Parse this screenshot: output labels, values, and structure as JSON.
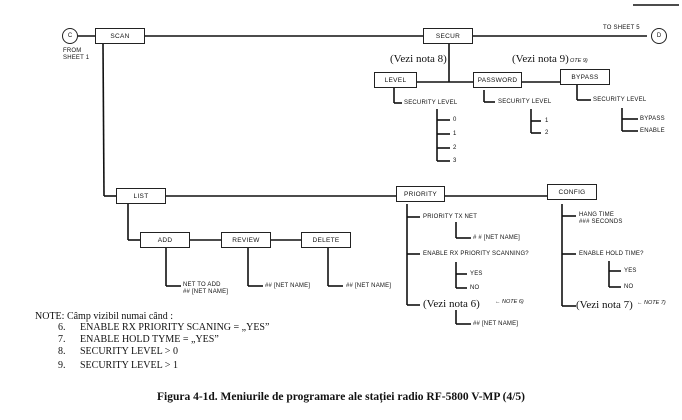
{
  "connectors": {
    "from": {
      "letter": "C",
      "label_line1": "FROM",
      "label_line2": "SHEET 1"
    },
    "to": {
      "letter": "D",
      "label": "TO SHEET 5"
    }
  },
  "menus": {
    "scan": "SCAN",
    "secur": "SECUR",
    "level": "LEVEL",
    "password": "PASSWORD",
    "bypass": "BYPASS",
    "list": "LIST",
    "add": "ADD",
    "review": "REVIEW",
    "delete": "DELETE",
    "priority": "PRIORITY",
    "config": "CONFIG"
  },
  "level": {
    "title": "SECURITY LEVEL",
    "options": [
      "0",
      "1",
      "2",
      "3"
    ]
  },
  "password": {
    "title": "SECURITY LEVEL",
    "options": [
      "1",
      "2"
    ]
  },
  "bypass": {
    "title": "SECURITY LEVEL",
    "options": [
      "BYPASS",
      "ENABLE"
    ],
    "note_tag": "OTE 9)"
  },
  "add": {
    "line1": "NET TO ADD",
    "line2": "## [NET NAME]"
  },
  "review": {
    "line1": "## [NET NAME]"
  },
  "delete": {
    "line1": "## [NET NAME]"
  },
  "priority": {
    "tx_net": "PRIORITY TX NET",
    "tx_net_value": "# # [NET NAME]",
    "enable_rx": "ENABLE RX PRIORITY SCANNING?",
    "rx_options": [
      "YES",
      "NO"
    ],
    "note_ref": "(Vezi nota 6)",
    "note_tag": "← NOTE 6)",
    "net_value": "## [NET NAME]"
  },
  "config": {
    "hang_time": "HANG TIME",
    "hang_seconds": "### SECONDS",
    "enable_hold": "ENABLE HOLD TIME?",
    "hold_options": [
      "YES",
      "NO"
    ],
    "note_ref": "(Vezi nota 7)",
    "note_tag": "← NOTE 7)"
  },
  "annotations": {
    "nota8": "(Vezi nota 8)",
    "nota9": "(Vezi nota 9)"
  },
  "notes": {
    "header": "NOTE: Câmp vizibil numai când :",
    "items": [
      {
        "num": "6.",
        "text": "ENABLE RX PRIORITY SCANING = „YES”"
      },
      {
        "num": "7.",
        "text": "ENABLE HOLD TYME = „YES”"
      },
      {
        "num": "8.",
        "text": "SECURITY LEVEL > 0"
      },
      {
        "num": "9.",
        "text": "SECURITY LEVEL > 1"
      }
    ]
  },
  "caption": "Figura 4-1d. Meniurile de programare ale stației radio RF-5800 V-MP (4/5)"
}
